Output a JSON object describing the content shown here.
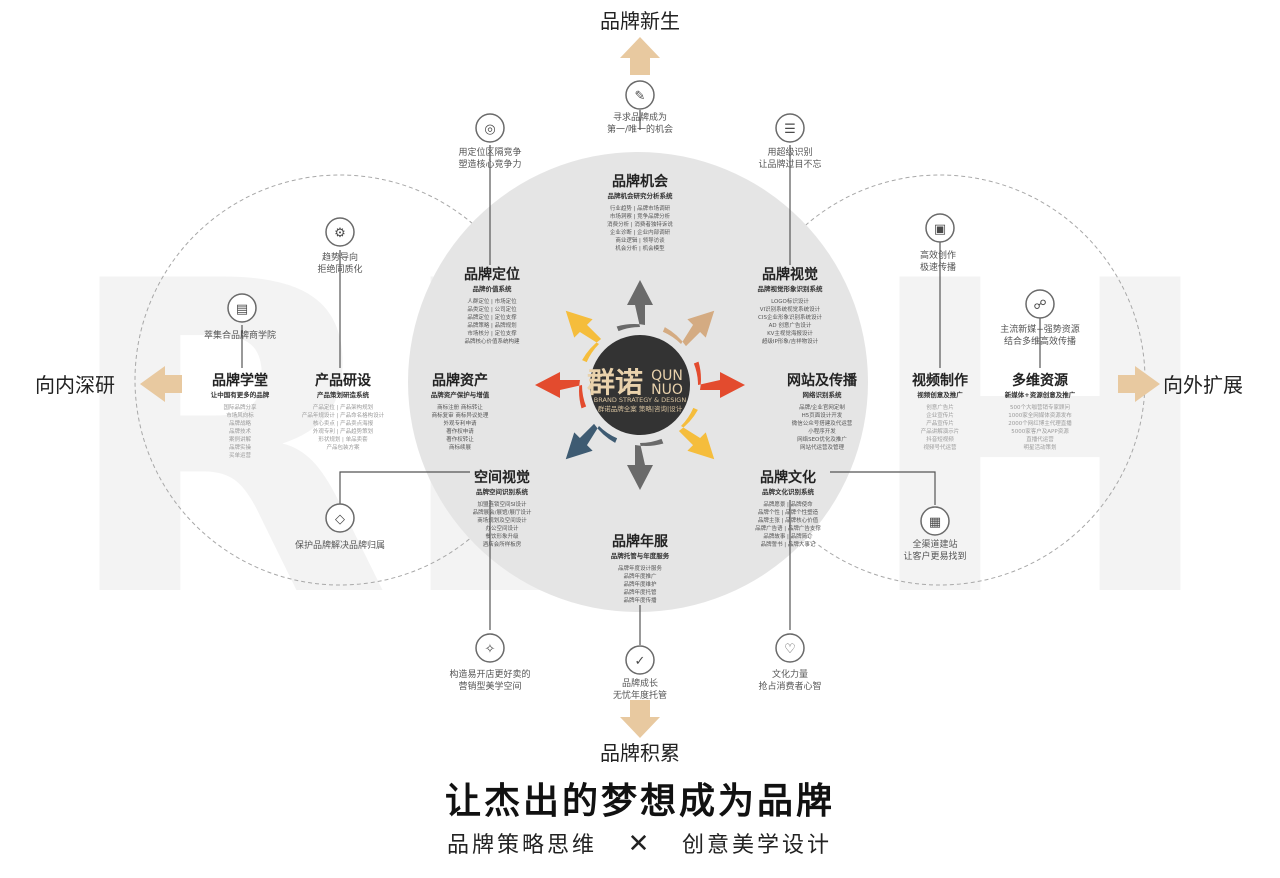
{
  "colors": {
    "red": "#e34b2e",
    "yellow": "#f5bd3c",
    "tan": "#d4ab82",
    "blue": "#3e5b72",
    "gray_arrow": "#6a6a6a",
    "center_circle": "#e5e5e5",
    "core": "#333333",
    "outer_arrow": "#e8c9a0"
  },
  "watermark": {
    "left": "RB",
    "right": "H"
  },
  "directions": {
    "top": "品牌新生",
    "bottom": "品牌积累",
    "left": "向内深研",
    "right": "向外扩展"
  },
  "logo": {
    "main": "群诺",
    "side_top": "QUN",
    "side_bottom": "NUO",
    "tagline": "BRAND STRATEGY & DESIGN",
    "cn_tagline": "群诺品牌全案 策略|咨询|设计"
  },
  "center_nodes": {
    "opportunity": {
      "title": "品牌机会",
      "subtitle": "品牌机会研究分析系统",
      "items": [
        "行业趋势 | 品牌市场调研",
        "市场洞察 | 竞争品牌分析",
        "消费分析 | 消费者独特诉说",
        "企业诊断 | 企业内部调研",
        "商业逻辑 | 领导访谈",
        "机会分析 | 机会模型"
      ]
    },
    "positioning": {
      "title": "品牌定位",
      "subtitle": "品牌价值系统",
      "items": [
        "人群定位 | 市场定位",
        "品类定位 | 公司定位",
        "品牌定位 | 定位支撑",
        "品牌策略 | 品牌规划",
        "市场核分 | 定位支撑",
        "品牌核心价值系统构建"
      ]
    },
    "visual": {
      "title": "品牌视觉",
      "subtitle": "品牌视觉形象识别系统",
      "items": [
        "LOGO标识设计",
        "VI识别系统视觉系统设计",
        "CIS企业形象识别系统设计",
        "AD 创意广告设计",
        "KV主视觉海报设计",
        "超级IP形象/吉祥物设计"
      ]
    },
    "assets": {
      "title": "品牌资产",
      "subtitle": "品牌资产保护与增值",
      "items": [
        "商标注册 商标转让",
        "商标复审 商标异议处理",
        "外观专利申请",
        "著作权申请",
        "著作权转让",
        "商标续展"
      ]
    },
    "web": {
      "title": "网站及传播",
      "subtitle": "网络识别系统",
      "items": [
        "品牌/企业官网定制",
        "H5页面设计开发",
        "微信公众号搭建及代运营",
        "小程序开发",
        "网络SEO优化及推广",
        "网站代运营及管理"
      ]
    },
    "space": {
      "title": "空间视觉",
      "subtitle": "品牌空间识别系统",
      "items": [
        "加盟连锁空间SI设计",
        "品牌展会/展馆/展厅设计",
        "商场规划及空间设计",
        "办公空间设计",
        "餐饮形象升级",
        "酒店会所样板房"
      ]
    },
    "culture": {
      "title": "品牌文化",
      "subtitle": "品牌文化识别系统",
      "items": [
        "品牌愿景 | 品牌使命",
        "品牌个性 | 品牌个性塑造",
        "品牌主张 | 品牌核心价值",
        "品牌广告语 | 品牌广告支撑",
        "品牌故事 | 品牌简介",
        "品牌誓书 | 品牌大事记"
      ]
    },
    "annual": {
      "title": "品牌年服",
      "subtitle": "品牌托管与年度服务",
      "items": [
        "品牌年度设计服务",
        "品牌年度推广",
        "品牌年度维护",
        "品牌年度托管",
        "品牌年度传播"
      ]
    }
  },
  "left_nodes": {
    "academy": {
      "title": "品牌学堂",
      "subtitle": "让中国有更多的品牌",
      "items": [
        "国际品牌分享",
        "市场风向标",
        "品牌战略",
        "品牌技术",
        "案例讲解",
        "品牌实操",
        "买单运营"
      ]
    },
    "research": {
      "title": "产品研设",
      "subtitle": "产品策划研造系统",
      "items": [
        "产品定位 | 产品架构规划",
        "产品年规设计 | 产品命名格构设计",
        "核心卖点 | 产品卖点海报",
        "外观专利 | 产品趋势策划",
        "形状规划 | 单品卖套",
        "产品包装方案"
      ]
    }
  },
  "right_nodes": {
    "video": {
      "title": "视频制作",
      "subtitle": "视频创意及推广",
      "items": [
        "创意广告片",
        "企业宣传片",
        "产品宣传片",
        "产品讲解演示片",
        "抖音短视频",
        "视频号代运营"
      ]
    },
    "resources": {
      "title": "多维资源",
      "subtitle": "新媒体+资源创意及推广",
      "items": [
        "500个大咖营销专家顾问",
        "1000家全网媒体资源发布",
        "2000个网红博主代理直播",
        "5000家客户及APP资源",
        "直播代运营",
        "明星活动策划"
      ]
    }
  },
  "captions": {
    "top": [
      "寻求品牌成为",
      "第一/唯一的机会"
    ],
    "bottom": [
      "品牌成长",
      "无忧年度托管"
    ],
    "upper_left": [
      "用定位区隔竞争",
      "塑造核心竞争力"
    ],
    "upper_right": [
      "用超级识别",
      "让品牌过目不忘"
    ],
    "lower_left": [
      "构造易开店更好卖的",
      "营销型美学空间"
    ],
    "lower_right": [
      "文化力量",
      "抢占消费者心智"
    ],
    "trend": [
      "趋势导向",
      "拒绝同质化"
    ],
    "gather": [
      "萃集合品牌商学院"
    ],
    "protect": [
      "保护品牌解决品牌归属"
    ],
    "creative": [
      "高效创作",
      "极速传播"
    ],
    "mainstream": [
      "主流新媒+强势资源",
      "结合多维高效传播"
    ],
    "omni": [
      "全渠道建站",
      "让客户更易找到"
    ]
  },
  "icons": {
    "top": "idea-head-icon",
    "bottom": "growth-head-icon",
    "upper_left": "target-head-icon",
    "upper_right": "eye-head-icon",
    "lower_left": "space-head-icon",
    "lower_right": "heart-head-icon",
    "trend": "gear-head-icon",
    "gather": "book-head-icon",
    "protect": "shield-head-icon",
    "creative": "camera-head-icon",
    "mainstream": "network-head-icon",
    "omni": "web-head-icon"
  },
  "slogan": {
    "main": "让杰出的梦想成为品牌",
    "left": "品牌策略思维",
    "connector": "✕",
    "right": "创意美学设计"
  }
}
